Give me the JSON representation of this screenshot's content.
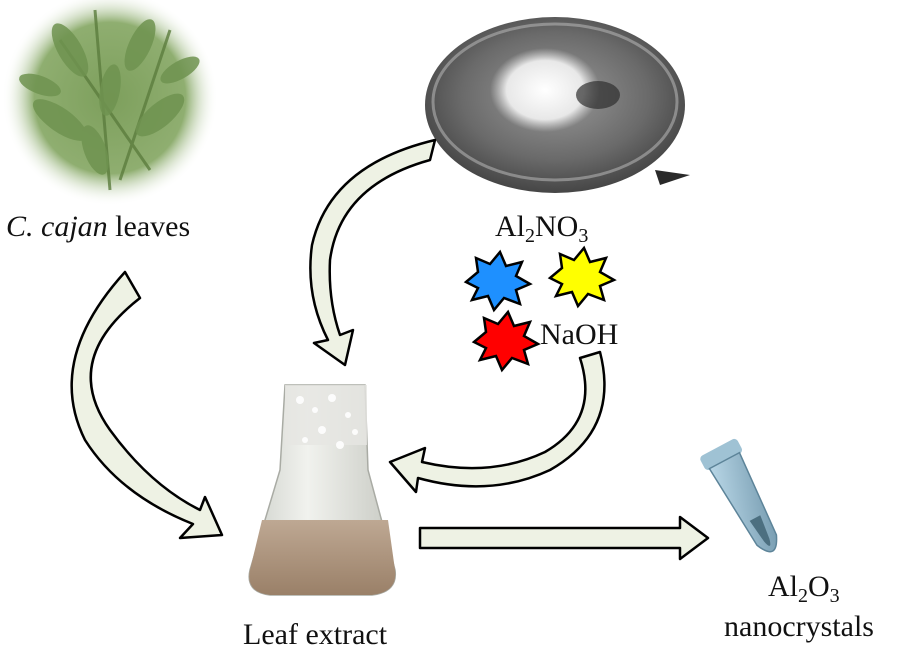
{
  "leaves": {
    "italic_part": "C. cajan",
    "rest": " leaves"
  },
  "precursor": {
    "base1": "Al",
    "sub1": "2",
    "base2": "NO",
    "sub2": "3"
  },
  "reagent": {
    "label": "NaOH"
  },
  "extract": {
    "label": "Leaf extract"
  },
  "product": {
    "base1": "Al",
    "sub1": "2",
    "base2": "O",
    "sub2": "3",
    "line2": "nanocrystals"
  },
  "bursts": [
    {
      "name": "blue-burst",
      "color": "#1e90ff"
    },
    {
      "name": "yellow-burst",
      "color": "#ffff00"
    },
    {
      "name": "red-burst",
      "color": "#ff0000"
    }
  ],
  "arrow_fill": "#eef2e4"
}
